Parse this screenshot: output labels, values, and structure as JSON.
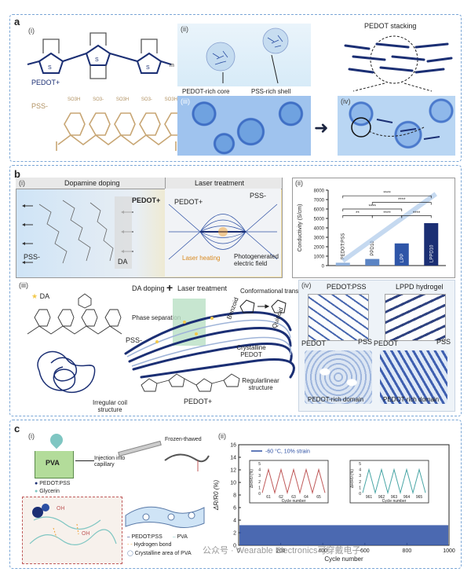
{
  "panel_a": {
    "label": "a",
    "sub_i": "(i)",
    "sub_ii": "(ii)",
    "sub_iii": "(iii)",
    "sub_iv": "(iv)",
    "pedot_label": "PEDOT+",
    "pss_label": "PSS-",
    "so3h_groups": [
      "SO3H",
      "SO3-",
      "SO3H",
      "SO3-",
      "SO3H"
    ],
    "subscript_n": "n",
    "subscript_m": "m",
    "core_label": "PEDOT-rich core",
    "shell_label": "PSS-rich shell",
    "stacking_label": "PEDOT stacking"
  },
  "panel_b": {
    "label": "b",
    "sub_i": "(i)",
    "sub_ii": "(ii)",
    "sub_iii": "(iii)",
    "sub_iv": "(iv)",
    "dopamine_title": "Dopamine doping",
    "laser_title": "Laser treatment",
    "pedot_plus": "PEDOT+",
    "pss_minus": "PSS-",
    "da_label": "DA",
    "laser_heating": "Laser heating",
    "photogen": "Photogenerated electric field",
    "iii_da": "DA",
    "pss_iii": "PSS-",
    "da_doping": "DA doping",
    "plus": "+",
    "laser_treatment": "Laser treatment",
    "conformational": "Conformational transition",
    "benzoid": "Benzoid",
    "quinoid": "Quinoid",
    "phase_sep": "Phase separation",
    "crystalline_pedot": "Crystalline PEDOT",
    "pedot_plus_iii": "PEDOT+",
    "irregular": "Irregular coil structure",
    "regular": "Regularlinear structure",
    "iv_left": "PEDOT:PSS",
    "iv_right": "LPPD hydrogel",
    "pedot": "PEDOT",
    "pss": "PSS",
    "rich_domain": "PEDOT-rich domain"
  },
  "panel_c": {
    "label": "c",
    "sub_i": "(i)",
    "sub_ii": "(ii)",
    "pva": "PVA",
    "pedotpss": "PEDOT:PSS",
    "glycerin": "Glycerin",
    "injection": "Injection into capillary",
    "frozen": "Frozen-thawed",
    "legend_pedotpss": "PEDOT:PSS",
    "legend_pva": "PVA",
    "legend_hbond": "Hydrogen bond",
    "legend_cryst": "Crystalline area of PVA",
    "oh": "OH",
    "watermark": "公众号 · Wearable Electronics可穿戴电子"
  },
  "colors": {
    "frame": "#7aa6d6",
    "navy": "#1b2f74",
    "blue_accent": "#2c4fa3",
    "tan": "#c8a674",
    "light_blue_bg": "#cfe5f6",
    "teal_line": "#4aa6a6",
    "red_line": "#c05a5a"
  },
  "chart_data": [
    {
      "type": "bar",
      "title": "",
      "xlabel": "",
      "ylabel": "Conductivity (S/cm)",
      "categories": [
        "PEDOT:PSS",
        "PPD10",
        "LPP",
        "LPPD10"
      ],
      "values": [
        300,
        700,
        2350,
        4500
      ],
      "ylim": [
        0,
        8000
      ],
      "yticks": [
        "0",
        "1000",
        "2000",
        "3000",
        "4000",
        "5000",
        "6000",
        "7000",
        "8000"
      ],
      "significance": [
        "****",
        "****",
        "****",
        "**",
        "****",
        "****"
      ],
      "grid": false
    },
    {
      "type": "line",
      "title": "",
      "xlabel": "Cycle number",
      "ylabel": "ΔR/R0 (%)",
      "legend": [
        "-60 °C, 10% strain"
      ],
      "xlim": [
        0,
        1000
      ],
      "ylim": [
        0,
        16
      ],
      "xticks": [
        "0",
        "200",
        "400",
        "600",
        "800",
        "1000"
      ],
      "yticks": [
        "0",
        "2",
        "4",
        "6",
        "8",
        "10",
        "12",
        "14",
        "16"
      ],
      "series": [
        {
          "name": "-60 °C, 10% strain",
          "baseline_range": [
            0,
            3.2
          ]
        }
      ],
      "insets": [
        {
          "xlabel": "Cycle number",
          "ylabel": "ΔR/R0 (%)",
          "xticks": [
            "61",
            "62",
            "63",
            "64",
            "65"
          ],
          "yticks": [
            "0",
            "1",
            "2",
            "3",
            "4",
            "5"
          ],
          "peaks": 5,
          "peak_value": 4
        },
        {
          "xlabel": "Cycle number",
          "ylabel": "ΔR/R0 (%)",
          "xticks": [
            "961",
            "962",
            "963",
            "964",
            "965"
          ],
          "yticks": [
            "0",
            "1",
            "2",
            "3",
            "4",
            "5"
          ],
          "peaks": 5,
          "peak_value": 4
        }
      ]
    }
  ]
}
